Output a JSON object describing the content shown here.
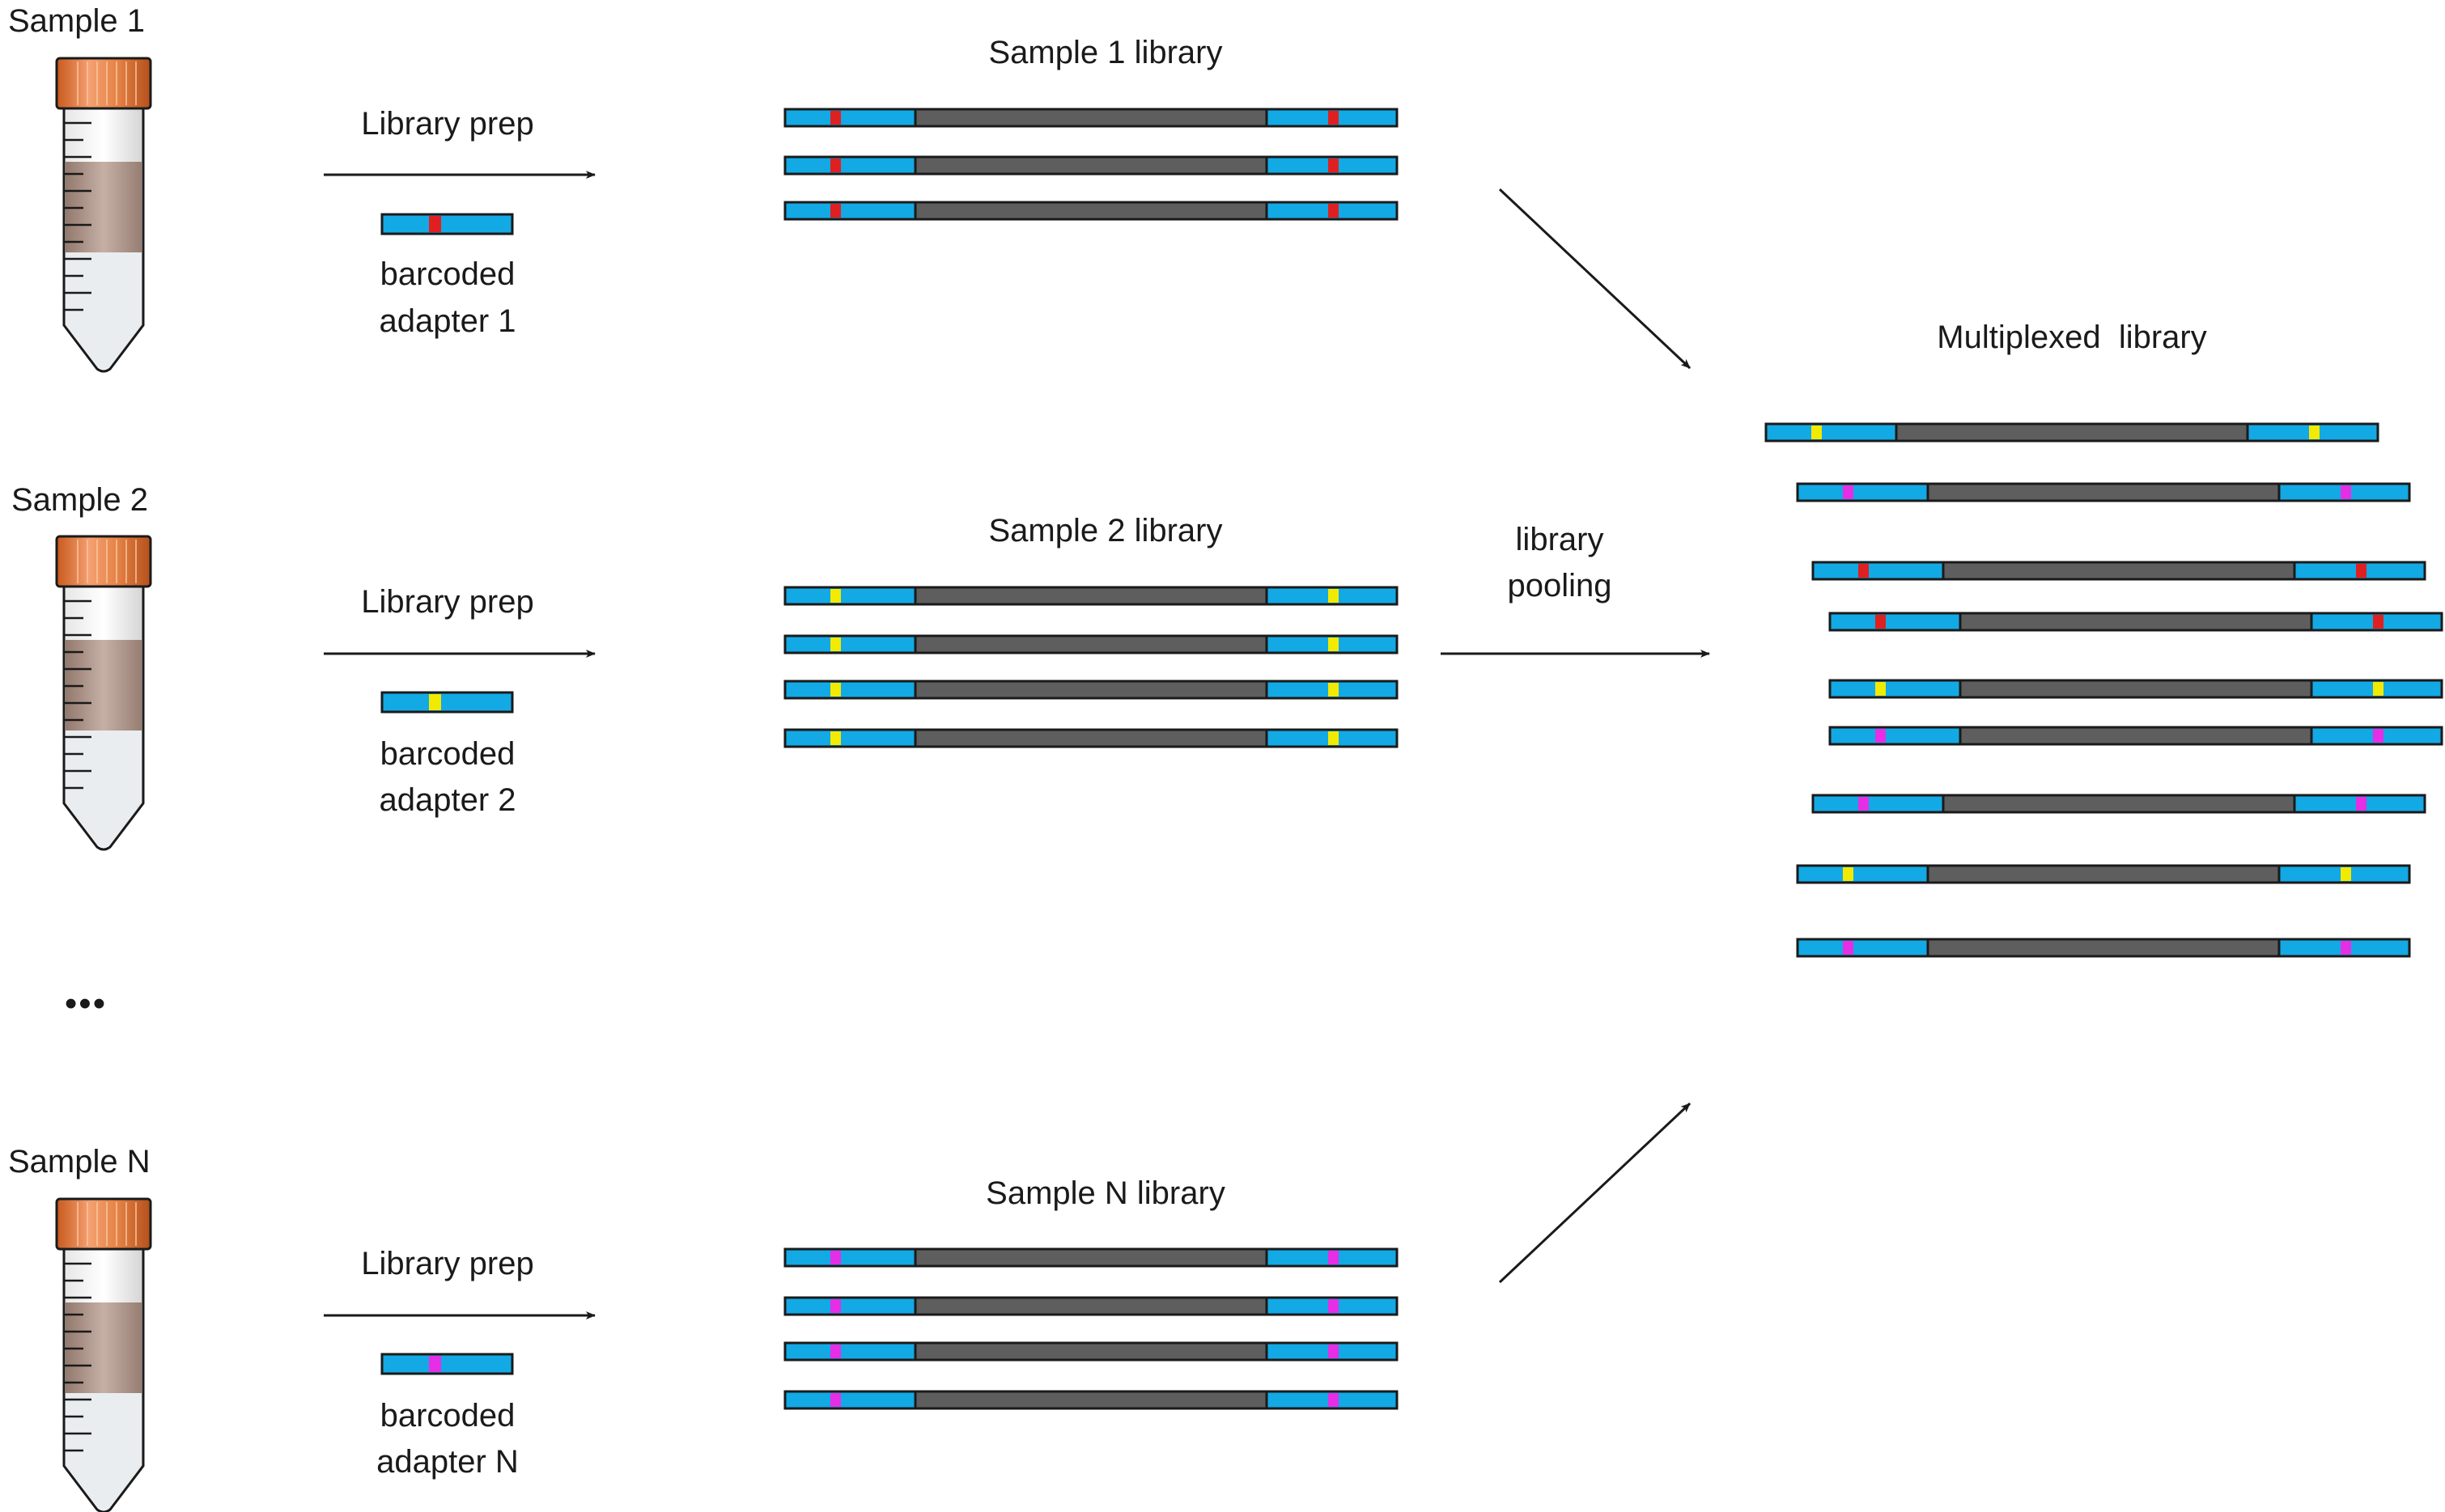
{
  "colors": {
    "adapter": "#12a9e5",
    "insert": "#5e5e5e",
    "outline": "#1a1a1a",
    "barcode_1": "#e02020",
    "barcode_2": "#f2ea00",
    "barcode_N": "#e62ee6",
    "tube_cap": "#e07a35",
    "tube_liquid": "#a08476"
  },
  "samples": [
    {
      "key": "s1",
      "label": "Sample 1",
      "step": "Library prep",
      "adapter_line1": "barcoded",
      "adapter_line2": "adapter 1",
      "library_title": "Sample 1 library",
      "barcode": "barcode_1",
      "library_count": 3
    },
    {
      "key": "s2",
      "label": "Sample 2",
      "step": "Library prep",
      "adapter_line1": "barcoded",
      "adapter_line2": "adapter 2",
      "library_title": "Sample 2 library",
      "barcode": "barcode_2",
      "library_count": 4
    },
    {
      "key": "sN",
      "label": "Sample N",
      "step": "Library prep",
      "adapter_line1": "barcoded",
      "adapter_line2": "adapter N",
      "library_title": "Sample N library",
      "barcode": "barcode_N",
      "library_count": 4
    }
  ],
  "ellipsis": "•••",
  "pooling": {
    "line1": "library",
    "line2": "pooling"
  },
  "multiplexed": {
    "title": "Multiplexed  library",
    "barcodes": [
      "barcode_2",
      "barcode_N",
      "barcode_1",
      "barcode_1",
      "barcode_2",
      "barcode_N",
      "barcode_N",
      "barcode_2",
      "barcode_N"
    ]
  }
}
